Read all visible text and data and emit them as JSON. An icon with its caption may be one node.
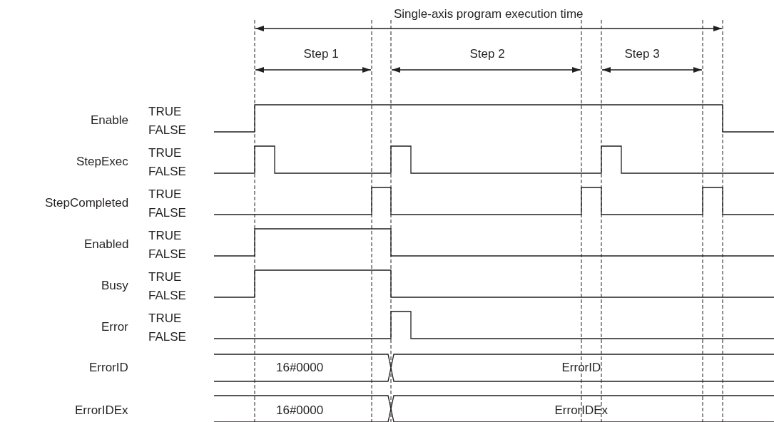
{
  "diagram": {
    "labels": [
      "Single-axis program execution time",
      "Step 1",
      "Step 2",
      "Step 3",
      "Enable",
      "TRUE",
      "FALSE",
      "StepExec",
      "TRUE",
      "FALSE",
      "StepCompleted",
      "TRUE",
      "FALSE",
      "Enabled",
      "TRUE",
      "FALSE",
      "Busy",
      "TRUE",
      "FALSE",
      "Error",
      "TRUE",
      "FALSE",
      "ErrorID",
      "16#0000",
      "ErrorID",
      "ErrorIDEx",
      "16#0000",
      "ErrorIDEx"
    ]
  }
}
